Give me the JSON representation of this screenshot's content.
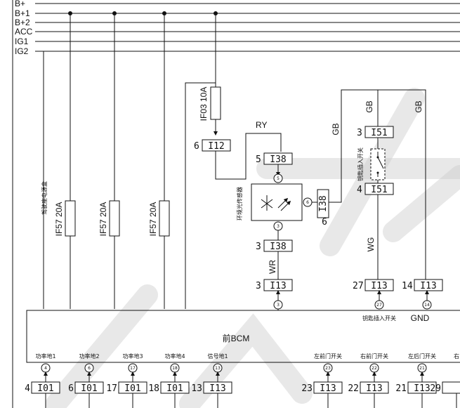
{
  "rails": [
    {
      "label": "B+"
    },
    {
      "label": "B+1"
    },
    {
      "label": "B+2"
    },
    {
      "label": "ACC"
    },
    {
      "label": "IG1"
    },
    {
      "label": "IG2"
    }
  ],
  "fuses": {
    "f1": "IF57 20A",
    "f2": "IF57 20A",
    "f3": "IF57 20A",
    "f4": "IF03 10A"
  },
  "left_label": "驾驶座电源盒",
  "connector_112": {
    "pin": "6",
    "code": "I12"
  },
  "wires": {
    "ry": "RY",
    "gb1": "GB",
    "gb2": "GB",
    "gb3": "GB",
    "wg": "WG",
    "wr": "WR"
  },
  "sensor": {
    "label": "环境光传感器",
    "top_pin": "5",
    "top_code": "I38",
    "top_circle": "5",
    "right_pin": "6",
    "right_code": "I38",
    "right_circle": "6",
    "bottom_pin": "3",
    "bottom_code": "I38",
    "bottom_circle": "3"
  },
  "c113_wr": {
    "pin": "3",
    "code": "I13",
    "circle": "3"
  },
  "key_switch": {
    "label": "钥匙插入开关",
    "top_pin": "3",
    "top_code": "I51",
    "bottom_pin": "4",
    "bottom_code": "I51"
  },
  "c113_27": {
    "pin": "27",
    "code": "I13",
    "circle": "27",
    "label": "钥匙插入开关"
  },
  "c113_14": {
    "pin": "14",
    "code": "I13",
    "circle": "14",
    "label": "GND"
  },
  "bcm_label": "前BCM",
  "bottom_connectors": [
    {
      "label": "功率地1",
      "pin": "4",
      "code": "I01",
      "circle": "4"
    },
    {
      "label": "功率地2",
      "pin": "6",
      "code": "I01",
      "circle": "6"
    },
    {
      "label": "功率地3",
      "pin": "17",
      "code": "I01",
      "circle": "17"
    },
    {
      "label": "功率地4",
      "pin": "18",
      "code": "I01",
      "circle": "18"
    },
    {
      "label": "信号地1",
      "pin": "13",
      "code": "I13",
      "circle": "13"
    },
    {
      "label": "左前门开关",
      "pin": "23",
      "code": "I13",
      "circle": "23"
    },
    {
      "label": "右前门开关",
      "pin": "22",
      "code": "I13",
      "circle": "22"
    },
    {
      "label": "左后门开关",
      "pin": "21",
      "code": "I13",
      "circle": "21"
    },
    {
      "label": "右",
      "pin": "29",
      "code": "",
      "circle": ""
    }
  ]
}
